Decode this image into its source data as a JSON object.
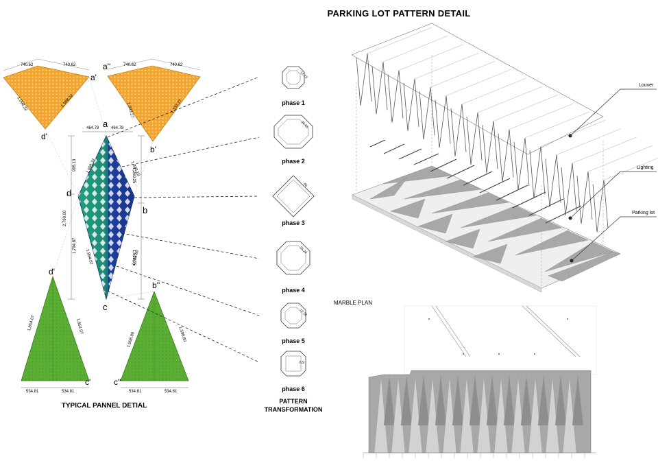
{
  "title": "PARKING LOT PATTERN DETAIL",
  "left_caption": "TYPICAL PANNEL DETIAL",
  "pattern_caption": [
    "PATTERN",
    "TRANSFORMATION"
  ],
  "marble_title": "MARBLE PLAN",
  "panels": {
    "top_left": {
      "dims": [
        "740.62",
        "740.62",
        "1,098.32",
        "1,098.32"
      ],
      "corner_a": "a'",
      "corner_d": "d'"
    },
    "top_right": {
      "dims": [
        "740.62",
        "740.62",
        "1,333.27",
        "1,333.27"
      ],
      "corner_a": "a''",
      "corner_b": "b'"
    },
    "center": {
      "top_dims": [
        "464.78",
        "464.78"
      ],
      "left_dims": [
        "995.13",
        "2,790.00",
        "1,794.87"
      ],
      "right_dims": [
        "1,260.25",
        "1,529.75"
      ],
      "edge_dims": [
        "1,098.32",
        "1,343.23",
        "1,854.07",
        "1,598.80"
      ],
      "labels": {
        "a": "a",
        "b": "b",
        "c": "c",
        "d": "d"
      }
    },
    "bottom_left": {
      "dims": [
        "1,854.07",
        "1,854.07",
        "534.81",
        "534.81"
      ],
      "corner_top": "d'",
      "corner_bottom": "c'"
    },
    "bottom_right": {
      "dims": [
        "1,598.80",
        "1,598.80",
        "534.81",
        "534.81"
      ],
      "corner_top": "b''",
      "corner_bottom": "c''"
    }
  },
  "phases": [
    {
      "label": "phase 1",
      "dim": "12.23"
    },
    {
      "label": "phase 2",
      "dim": "26.63"
    },
    {
      "label": "phase 3",
      "dim": "50"
    },
    {
      "label": "phase 4",
      "dim": "25.24"
    },
    {
      "label": "phase 5",
      "dim": "12.28"
    },
    {
      "label": "phase 6",
      "dim": "6.9"
    }
  ],
  "callouts": {
    "louver": "Louver",
    "lighting": "Lighting",
    "parking": "Parking lot"
  },
  "colors": {
    "orange": "#F2A52E",
    "green": "#5AAE33",
    "blue": "#1F3F9E",
    "teal": "#1E9278",
    "gray": "#A8A8A8"
  }
}
